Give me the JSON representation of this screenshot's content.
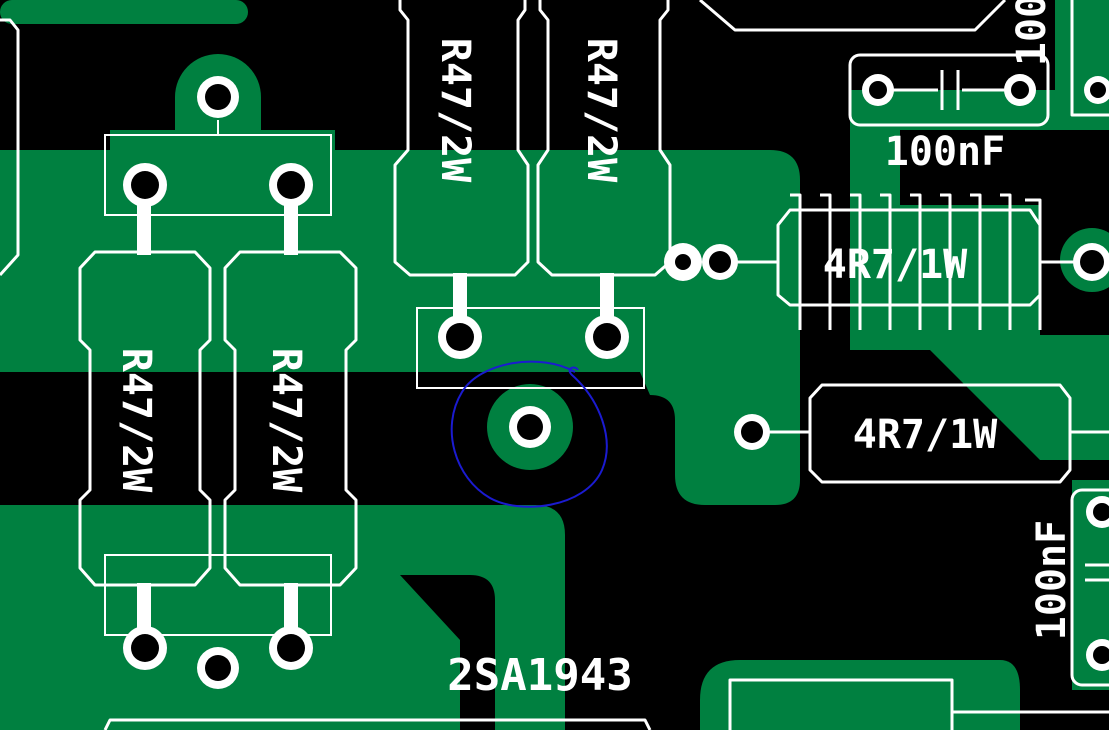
{
  "board": {
    "copper_color": "#008040",
    "background_color": "#000000",
    "silkscreen_color": "#ffffff",
    "annotation_color": "#1b1bd0"
  },
  "labels": {
    "r1": "R47/2W",
    "r2": "R47/2W",
    "r3": "R47/2W",
    "r4": "R47/2W",
    "r5": "4R7/1W",
    "r6": "4R7/1W",
    "c1": "100nF",
    "c2": "100nF",
    "q1": "2SA1943",
    "edge_fragment": "100"
  },
  "annotation": {
    "type": "hand-drawn circle",
    "target": "center pad below R47/2W pair"
  }
}
